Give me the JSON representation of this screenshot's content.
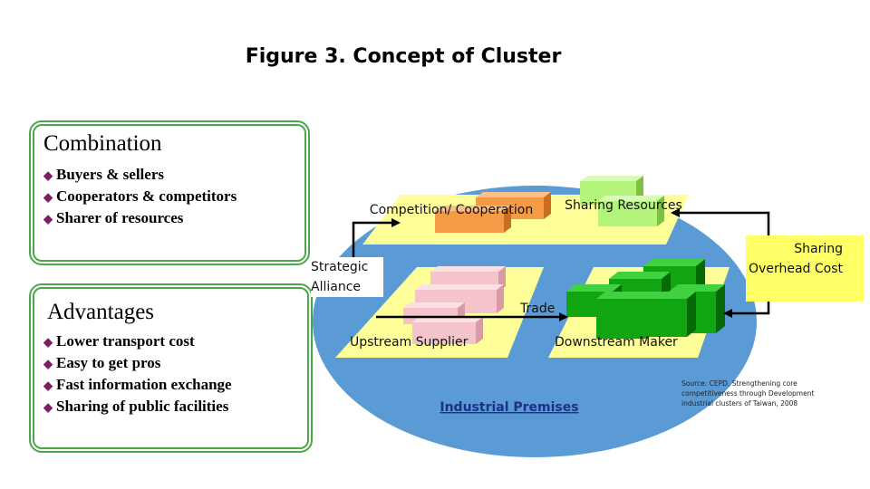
{
  "title": "Figure 3. Concept of Cluster",
  "combination": {
    "heading": "Combination",
    "items": [
      "Buyers & sellers",
      "Cooperators & competitors",
      "Sharer of resources"
    ]
  },
  "advantages": {
    "heading": "Advantages",
    "items": [
      "Lower transport cost",
      "Easy to get pros",
      "Fast information exchange",
      "Sharing of public facilities"
    ]
  },
  "diagram": {
    "competition_label": "Competition/ Cooperation",
    "sharing_resources_label": "Sharing Resources",
    "strategic_alliance_label": "Strategic Alliance",
    "sharing_overhead_label": "Sharing Overhead Cost",
    "trade_label": "Trade",
    "upstream_label": "Upstream Supplier",
    "downstream_label": "Downstream Maker",
    "premises_label": "Industrial Premises"
  },
  "source_note": "Source: CEPD, Strengthening core competitiveness through Development industrial clusters of Taiwan, 2008",
  "colors": {
    "ellipse": "#5b9bd5",
    "platform": "#ffff99",
    "orange_box": "#f59a45",
    "light_green_box": "#b2f57a",
    "pink_box": "#f5c3cb",
    "green_box": "#11a611",
    "callout": "#ffff66",
    "panel_border": "#4aa84a"
  }
}
